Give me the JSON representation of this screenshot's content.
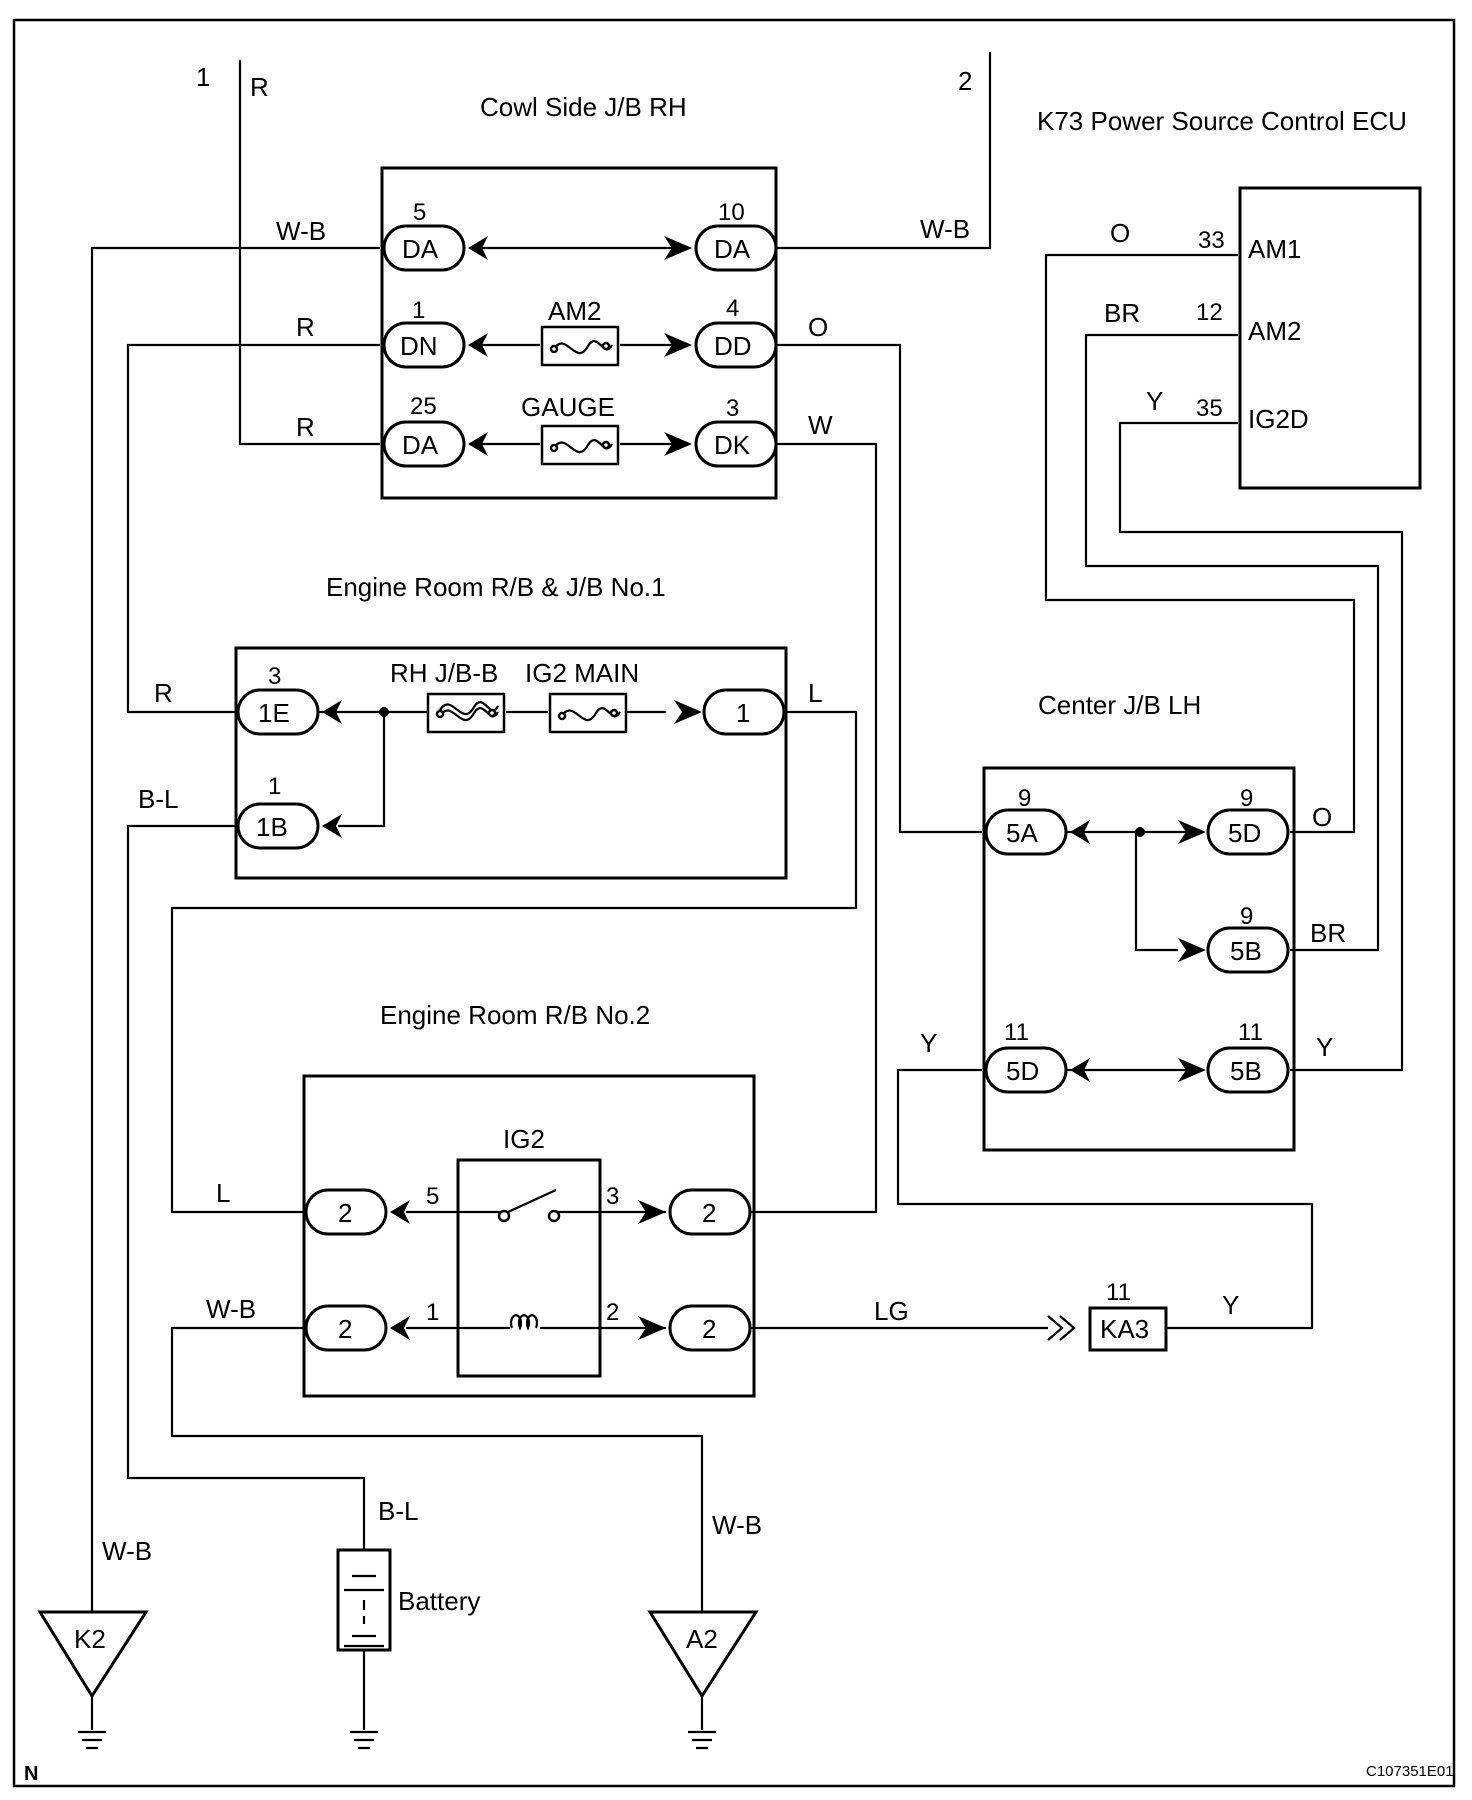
{
  "diagram": {
    "corner_label": "N",
    "figure_code": "C107351E01",
    "components": {
      "cowl_side_jb": {
        "title": "Cowl Side J/B RH",
        "fuses": [
          "AM2",
          "GAUGE"
        ],
        "connectors": [
          {
            "pin": "5",
            "name": "DA"
          },
          {
            "pin": "10",
            "name": "DA"
          },
          {
            "pin": "1",
            "name": "DN"
          },
          {
            "pin": "4",
            "name": "DD"
          },
          {
            "pin": "25",
            "name": "DA"
          },
          {
            "pin": "3",
            "name": "DK"
          }
        ]
      },
      "ecu": {
        "title": "K73 Power Source Control ECU",
        "terminals": [
          {
            "pin": "33",
            "name": "AM1",
            "wire": "O"
          },
          {
            "pin": "12",
            "name": "AM2",
            "wire": "BR"
          },
          {
            "pin": "35",
            "name": "IG2D",
            "wire": "Y"
          }
        ]
      },
      "engine_room_rb_jb1": {
        "title": "Engine Room R/B & J/B No.1",
        "fuses": [
          "RH J/B-B",
          "IG2 MAIN"
        ],
        "connectors": [
          {
            "pin": "3",
            "name": "1E"
          },
          {
            "pin": "1",
            "name": "1B"
          },
          {
            "pin": "",
            "name": "1"
          }
        ]
      },
      "center_jb": {
        "title": "Center J/B LH",
        "connectors": [
          {
            "pin": "9",
            "name": "5A"
          },
          {
            "pin": "9",
            "name": "5D"
          },
          {
            "pin": "9",
            "name": "5B"
          },
          {
            "pin": "11",
            "name": "5D"
          },
          {
            "pin": "11",
            "name": "5B"
          }
        ]
      },
      "engine_room_rb2": {
        "title": "Engine Room R/B No.2",
        "relay": "IG2",
        "relay_pins": [
          "5",
          "3",
          "1",
          "2"
        ],
        "connectors": [
          "2",
          "2",
          "2",
          "2"
        ]
      },
      "ka3": {
        "pin": "11",
        "name": "KA3"
      },
      "battery": {
        "label": "Battery"
      },
      "grounds": [
        "K2",
        "A2"
      ]
    },
    "wire_labels": {
      "r": "R",
      "wb": "W-B",
      "o": "O",
      "w": "W",
      "br": "BR",
      "y": "Y",
      "l": "L",
      "bl": "B-L",
      "lg": "LG"
    },
    "offpage_refs": [
      "1",
      "2"
    ]
  }
}
